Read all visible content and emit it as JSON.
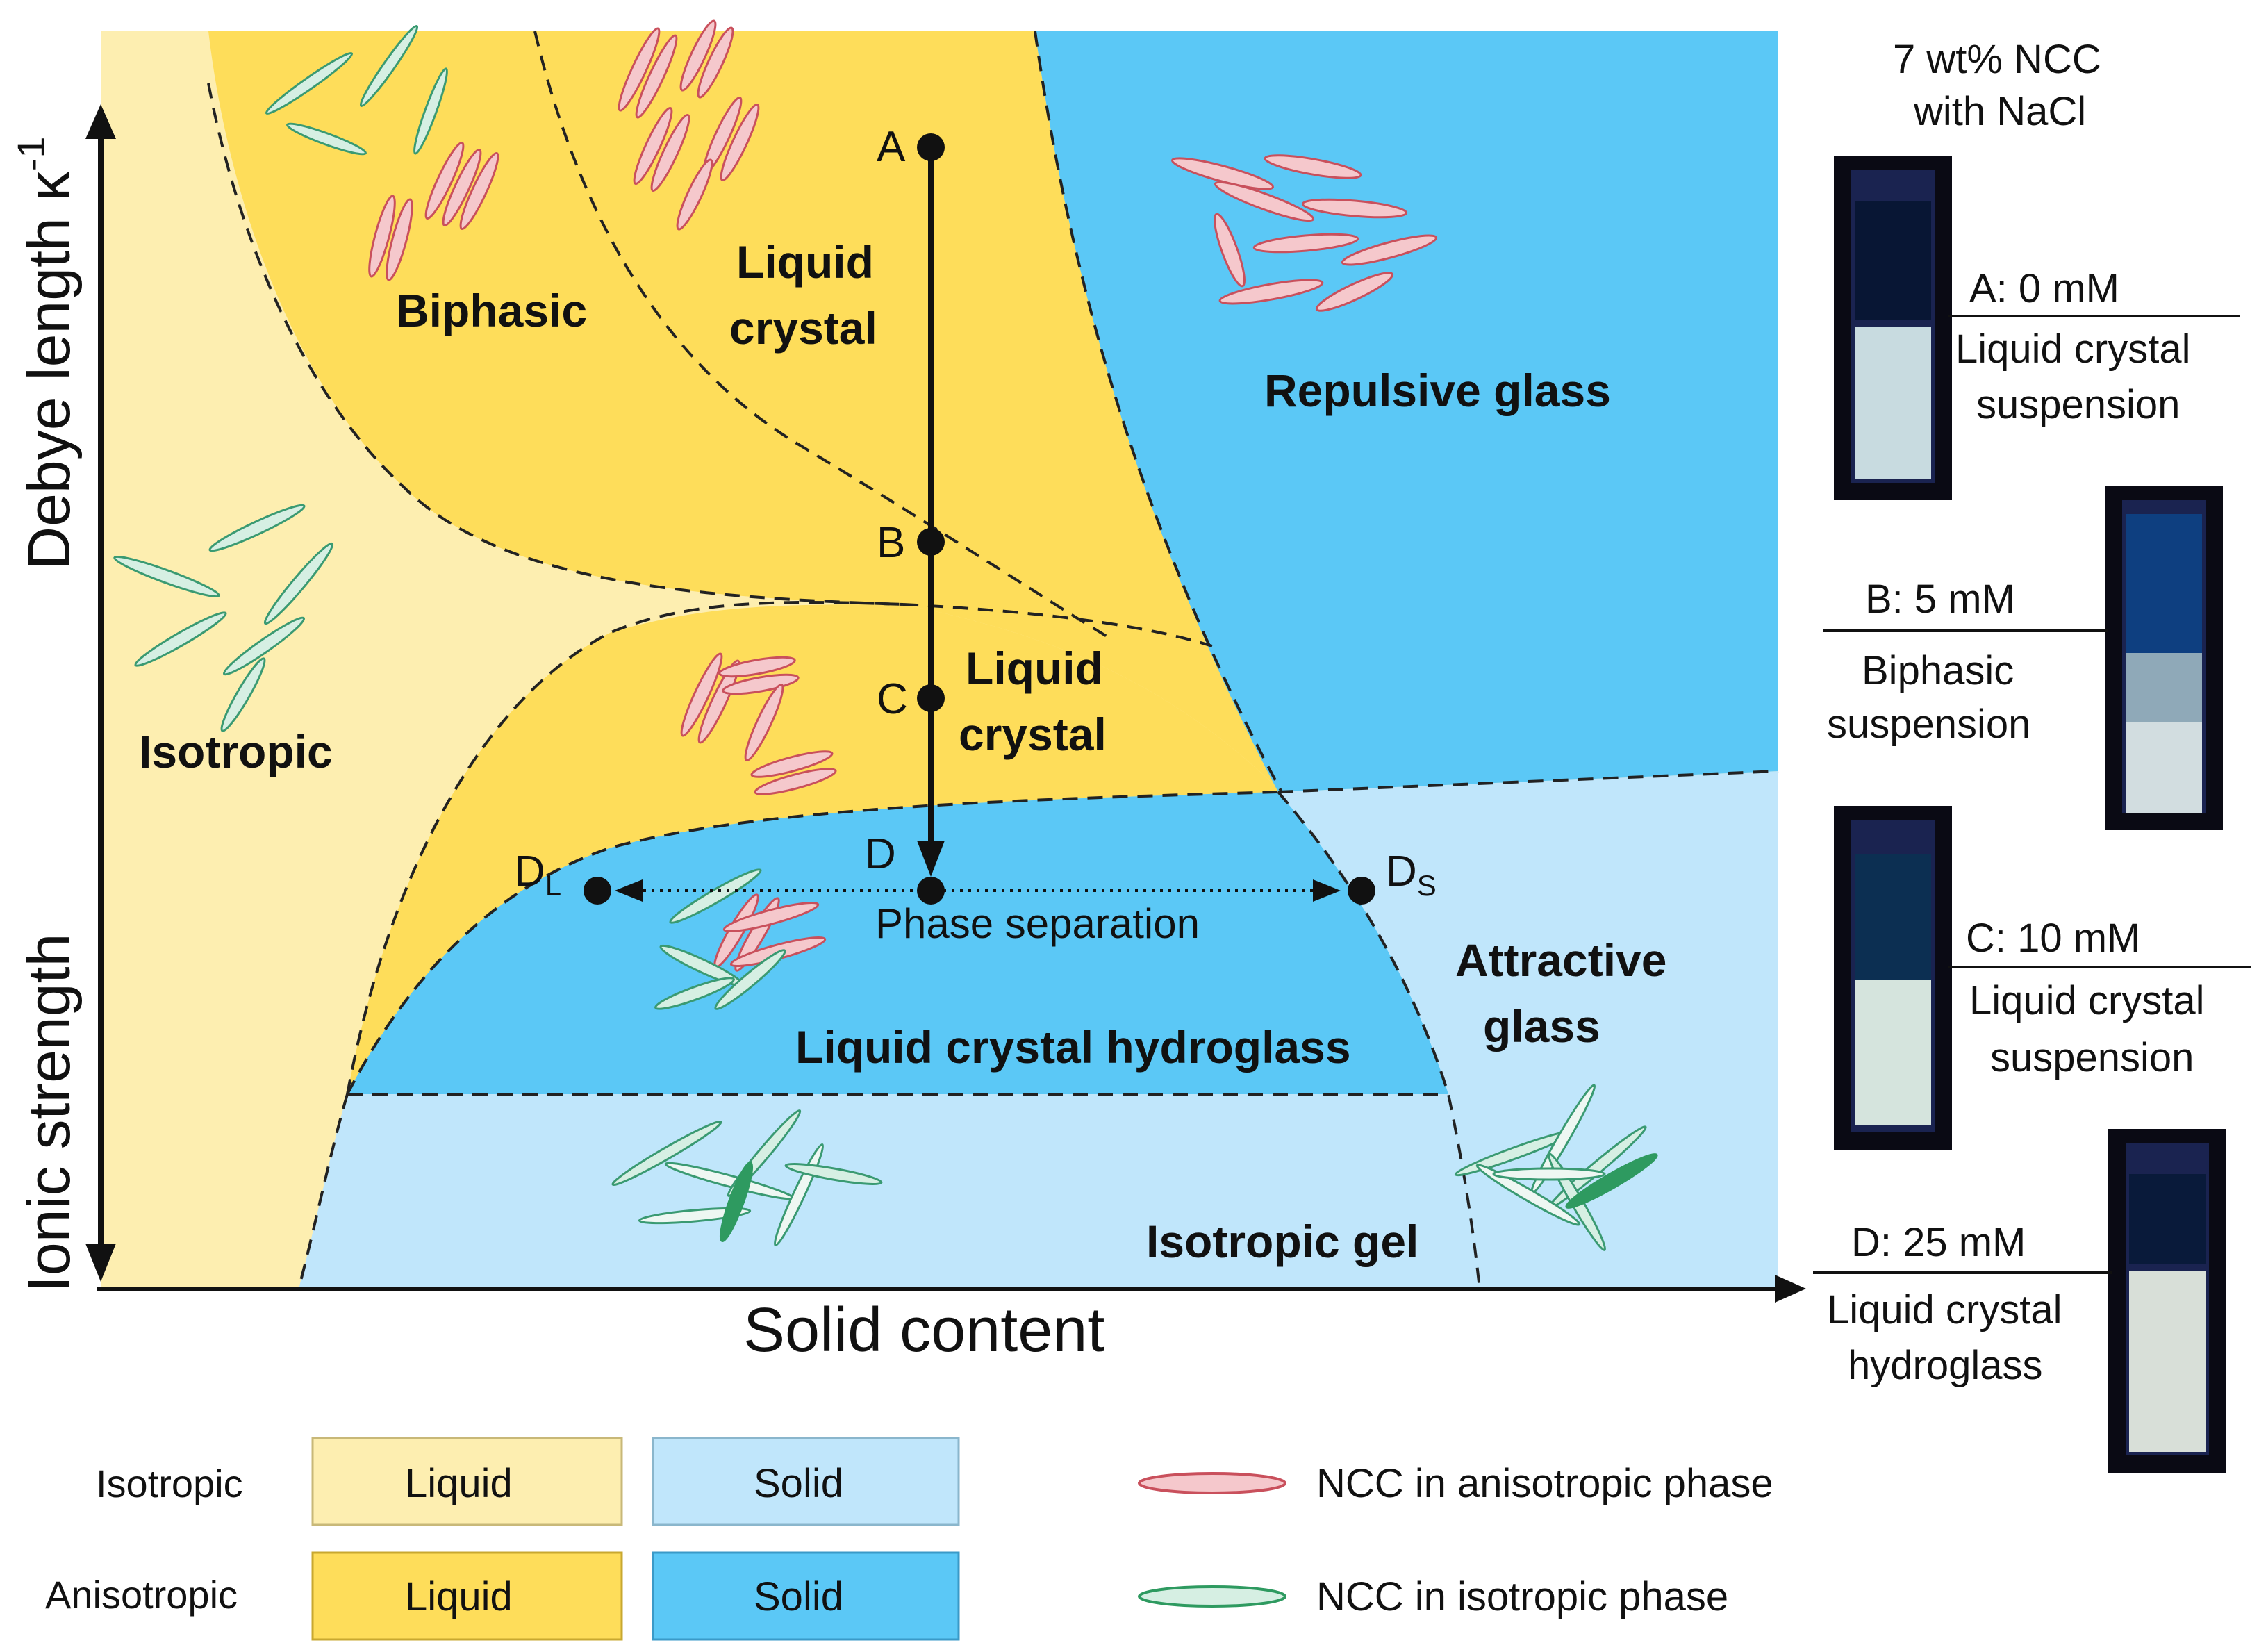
{
  "axes": {
    "y_label_top": "Debye length κ",
    "y_label_top_sup": "-1",
    "y_label_bottom": "Ionic strength",
    "x_label": "Solid content"
  },
  "regions": {
    "biphasic": "Biphasic",
    "liquid_crystal_top_1": "Liquid",
    "liquid_crystal_top_2": "crystal",
    "repulsive_glass": "Repulsive glass",
    "isotropic": "Isotropic",
    "liquid_crystal_mid_1": "Liquid",
    "liquid_crystal_mid_2": "crystal",
    "attractive_glass_1": "Attractive",
    "attractive_glass_2": "glass",
    "lc_hydroglass": "Liquid crystal hydroglass",
    "isotropic_gel": "Isotropic gel",
    "phase_separation": "Phase separation"
  },
  "points": {
    "A": "A",
    "B": "B",
    "C": "C",
    "D": "D",
    "DL_main": "D",
    "DL_sub": "L",
    "DS_main": "D",
    "DS_sub": "S"
  },
  "samples": {
    "title_1": "7 wt% NCC",
    "title_2": "with NaCl",
    "items": [
      {
        "head": "A: 0 mM",
        "line1": "Liquid crystal",
        "line2": "suspension"
      },
      {
        "head": "B: 5 mM",
        "line1": "Biphasic",
        "line2": "suspension"
      },
      {
        "head": "C: 10 mM",
        "line1": "Liquid crystal",
        "line2": "suspension"
      },
      {
        "head": "D: 25 mM",
        "line1": "Liquid crystal",
        "line2": "hydroglass"
      }
    ]
  },
  "legend": {
    "row1": "Isotropic",
    "row2": "Anisotropic",
    "liquid": "Liquid",
    "solid": "Solid",
    "red_rods": "NCC in anisotropic phase",
    "green_rods": "NCC in isotropic phase"
  },
  "colors": {
    "isotropic_liquid": "#fdeeb0",
    "anisotropic_liquid": "#fedd5a",
    "isotropic_solid": "#c0e6fb",
    "anisotropic_solid": "#5bc8f6",
    "anisotropic_rod": "#e07880",
    "isotropic_rod": "#4db48a"
  }
}
